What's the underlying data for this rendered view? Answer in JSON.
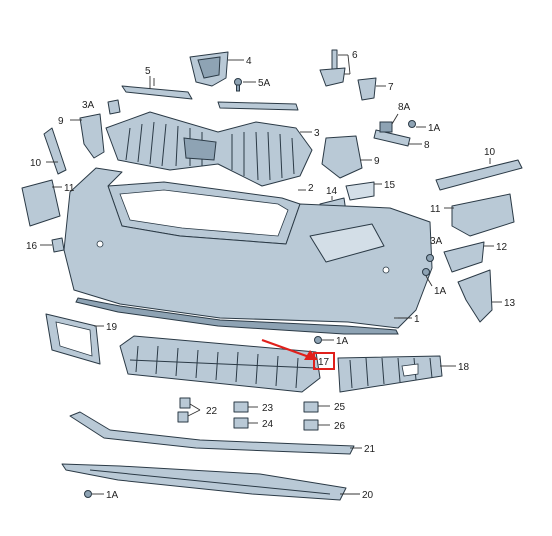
{
  "callouts": [
    {
      "id": "c1",
      "label": "1"
    },
    {
      "id": "c1a-a",
      "label": "1A"
    },
    {
      "id": "c1a-b",
      "label": "1A"
    },
    {
      "id": "c1a-c",
      "label": "1A"
    },
    {
      "id": "c1a-d",
      "label": "1A"
    },
    {
      "id": "c2",
      "label": "2"
    },
    {
      "id": "c3",
      "label": "3"
    },
    {
      "id": "c3a-a",
      "label": "3A"
    },
    {
      "id": "c3a-b",
      "label": "3A"
    },
    {
      "id": "c4",
      "label": "4"
    },
    {
      "id": "c5",
      "label": "5"
    },
    {
      "id": "c5a",
      "label": "5A"
    },
    {
      "id": "c6",
      "label": "6"
    },
    {
      "id": "c7",
      "label": "7"
    },
    {
      "id": "c8",
      "label": "8"
    },
    {
      "id": "c8a",
      "label": "8A"
    },
    {
      "id": "c9-a",
      "label": "9"
    },
    {
      "id": "c9-b",
      "label": "9"
    },
    {
      "id": "c10-a",
      "label": "10"
    },
    {
      "id": "c10-b",
      "label": "10"
    },
    {
      "id": "c11-a",
      "label": "11"
    },
    {
      "id": "c11-b",
      "label": "11"
    },
    {
      "id": "c12",
      "label": "12"
    },
    {
      "id": "c13",
      "label": "13"
    },
    {
      "id": "c14",
      "label": "14"
    },
    {
      "id": "c15",
      "label": "15"
    },
    {
      "id": "c16",
      "label": "16"
    },
    {
      "id": "c17",
      "label": "17"
    },
    {
      "id": "c18",
      "label": "18"
    },
    {
      "id": "c19",
      "label": "19"
    },
    {
      "id": "c20",
      "label": "20"
    },
    {
      "id": "c21",
      "label": "21"
    },
    {
      "id": "c22",
      "label": "22"
    },
    {
      "id": "c23",
      "label": "23"
    },
    {
      "id": "c24",
      "label": "24"
    },
    {
      "id": "c25",
      "label": "25"
    },
    {
      "id": "c26",
      "label": "26"
    }
  ],
  "highlight": {
    "label": "17",
    "color": "#e0201b"
  },
  "colors": {
    "part_fill": "#b9c9d6",
    "outline": "#2b3a46",
    "highlight": "#e0201b"
  }
}
